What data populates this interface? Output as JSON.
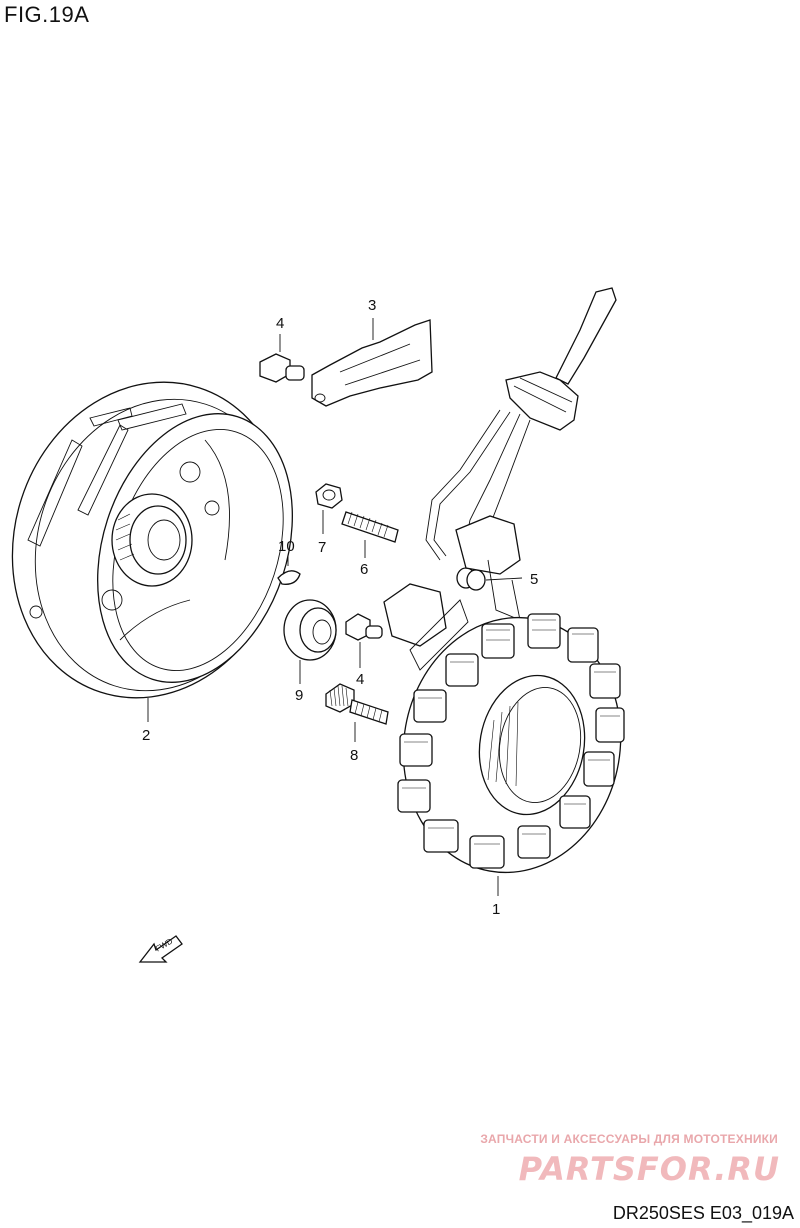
{
  "figure": {
    "title": "FIG.19A",
    "code": "DR250SES E03_019A",
    "fwd_label": "FWD"
  },
  "parts": [
    {
      "label": "1",
      "name": "stator"
    },
    {
      "label": "2",
      "name": "flywheel-rotor"
    },
    {
      "label": "3",
      "name": "bracket"
    },
    {
      "label": "4",
      "name": "bolt-upper"
    },
    {
      "label": "4",
      "name": "bolt-lower"
    },
    {
      "label": "5",
      "name": "grommet"
    },
    {
      "label": "6",
      "name": "stud-bolt"
    },
    {
      "label": "7",
      "name": "nut"
    },
    {
      "label": "8",
      "name": "screw"
    },
    {
      "label": "9",
      "name": "washer"
    },
    {
      "label": "10",
      "name": "key"
    }
  ],
  "watermark": {
    "tagline": "ЗАПЧАСТИ И АКСЕССУАРЫ ДЛЯ МОТОТЕХНИКИ",
    "logo": "PARTSFOR.RU"
  }
}
